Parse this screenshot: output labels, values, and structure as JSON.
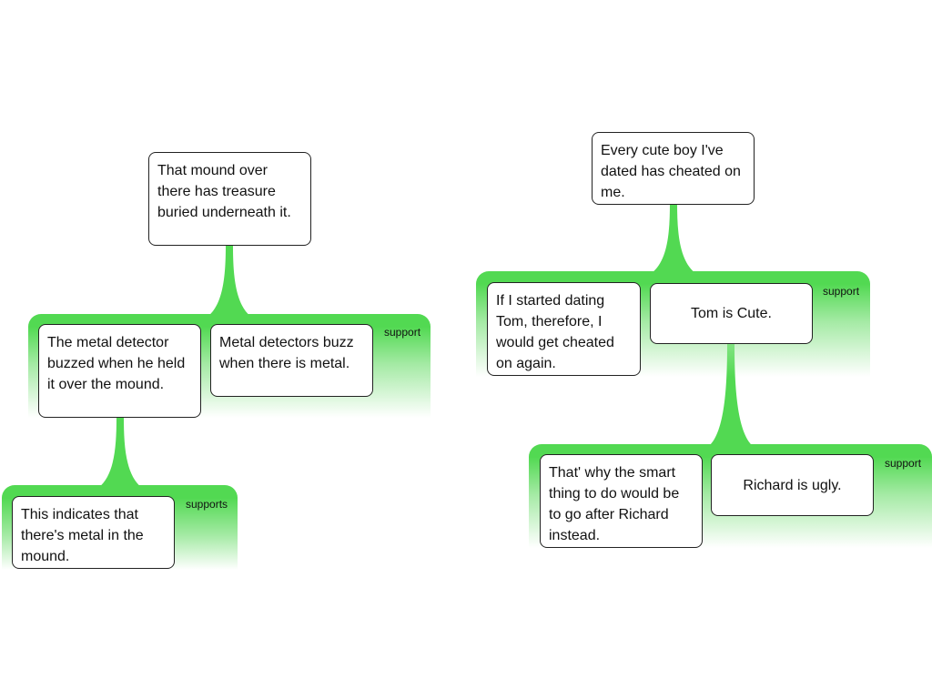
{
  "colors": {
    "group_fill": "#52d952",
    "node_border": "#222222"
  },
  "left_map": {
    "claim": "That mound over there has treasure buried underneath it.",
    "reason_group": {
      "label": "support",
      "premise_1": "The metal detector buzzed when he held it over the mound.",
      "premise_2": "Metal detectors buzz when there is metal."
    },
    "sub_group": {
      "label": "supports",
      "premise_1": "This indicates that there's metal in the mound."
    }
  },
  "right_map": {
    "claim": "Every cute boy I've dated has cheated on me.",
    "reason_group": {
      "label": "support",
      "premise_1": "If I started dating Tom, therefore, I would get cheated on again.",
      "premise_2": "Tom is Cute."
    },
    "sub_group": {
      "label": "support",
      "premise_1": "That' why the smart thing to do would be to go after Richard instead.",
      "premise_2": "Richard is ugly."
    }
  }
}
